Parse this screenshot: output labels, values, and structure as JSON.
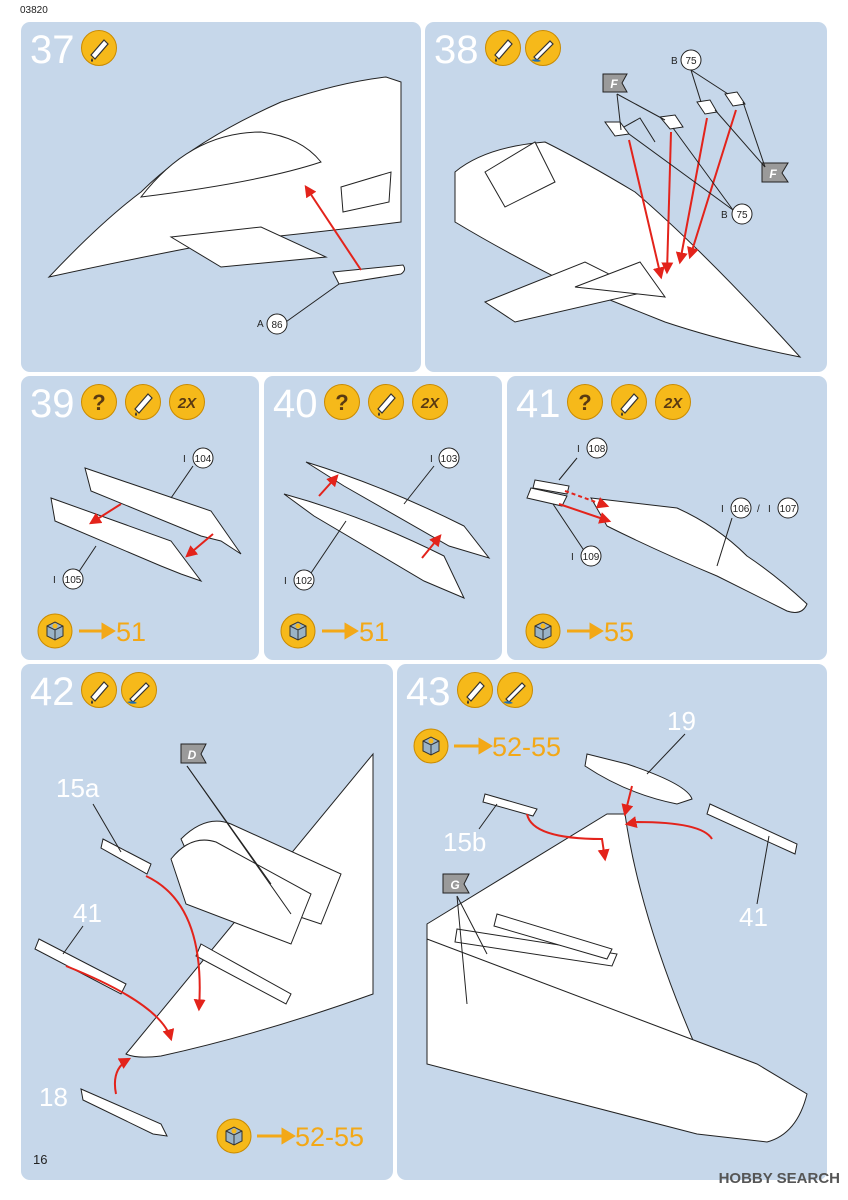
{
  "catalog_code": "03820",
  "page_number": "16",
  "watermark": "HOBBY SEARCH",
  "colors": {
    "panel": "#c6d7ea",
    "badge": "#f6b91a",
    "arrow": "#e3231b",
    "nav": "#f3a817"
  },
  "steps": [
    {
      "number": "37",
      "icons": [
        "paint-drop-icon"
      ],
      "parts": [
        {
          "prefix": "A",
          "number": "86"
        }
      ]
    },
    {
      "number": "38",
      "icons": [
        "paint-drop-icon",
        "paint-brush-icon"
      ],
      "parts": [
        {
          "prefix": "B",
          "number": "75"
        },
        {
          "prefix": "B",
          "number": "75"
        }
      ],
      "flags": [
        "F",
        "F"
      ]
    },
    {
      "number": "39",
      "icons": [
        "question-icon",
        "paint-drop-icon"
      ],
      "multiplier": "2X",
      "parts": [
        {
          "prefix": "I",
          "number": "104"
        },
        {
          "prefix": "I",
          "number": "105"
        }
      ],
      "goto": "51"
    },
    {
      "number": "40",
      "icons": [
        "question-icon",
        "paint-drop-icon"
      ],
      "multiplier": "2X",
      "parts": [
        {
          "prefix": "I",
          "number": "103"
        },
        {
          "prefix": "I",
          "number": "102"
        }
      ],
      "goto": "51"
    },
    {
      "number": "41",
      "icons": [
        "question-icon",
        "paint-drop-icon"
      ],
      "multiplier": "2X",
      "parts": [
        {
          "prefix": "I",
          "number": "108"
        },
        {
          "prefix": "I",
          "number": "109"
        },
        {
          "prefix": "I",
          "number": "106"
        },
        {
          "prefix": "I",
          "number": "107"
        }
      ],
      "separator": "/",
      "goto": "55"
    },
    {
      "number": "42",
      "icons": [
        "paint-drop-icon",
        "paint-brush-icon"
      ],
      "labels": [
        "15a",
        "41",
        "18"
      ],
      "flags": [
        "D"
      ],
      "goto": "52-55"
    },
    {
      "number": "43",
      "icons": [
        "paint-drop-icon",
        "paint-brush-icon"
      ],
      "labels": [
        "19",
        "15b",
        "41"
      ],
      "flags": [
        "G"
      ],
      "goto": "52-55"
    }
  ]
}
